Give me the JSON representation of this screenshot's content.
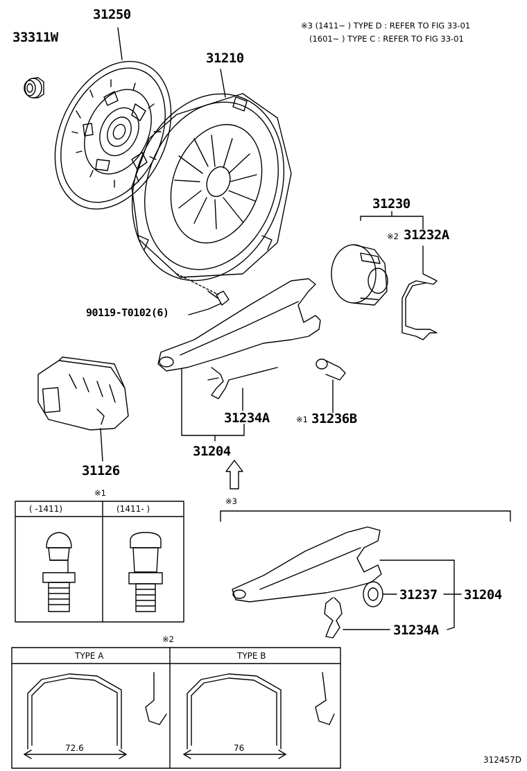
{
  "notes": {
    "line1": "※3 (1411~        ) TYPE D : REFER TO FIG 33-01",
    "line2": "(1601~        ) TYPE C : REFER TO FIG 33-01"
  },
  "parts": {
    "p33311W": "33311W",
    "p31250": "31250",
    "p31210": "31210",
    "p90119": "90119-T0102(6)",
    "p31230": "31230",
    "p31232A": "31232A",
    "p31232A_mark": "※2",
    "p31126": "31126",
    "p31234A": "31234A",
    "p31236B": "31236B",
    "p31236B_mark": "※1",
    "p31204": "31204",
    "p31237": "31237",
    "p31204b": "31204",
    "p31234Ab": "31234A"
  },
  "marks": {
    "ref3": "※3",
    "ref1": "※1",
    "ref2": "※2"
  },
  "table1": {
    "col1": "(      -1411)",
    "col2": "(1411-        )"
  },
  "table2": {
    "col1": "TYPE A",
    "col2": "TYPE B",
    "dim1": "72.6",
    "dim2": "76"
  },
  "figure_id": "312457D"
}
